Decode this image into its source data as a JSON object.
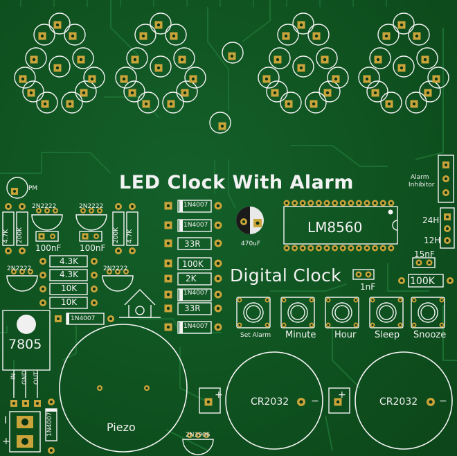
{
  "board": {
    "title": "LED Clock With Alarm",
    "subtitle": "Digital Clock",
    "colors": {
      "board": "#0f5220",
      "trace": "#1c6f32",
      "pad": "#c9a43a",
      "silk": "#f4f4f4",
      "hole": "#0a3314"
    }
  },
  "labels": {
    "pm": "PM",
    "alarm_inhibitor": [
      "Alarm",
      "Inhibitor"
    ],
    "mode_24h": "24H",
    "mode_12h": "12H",
    "ic": "LM8560",
    "cap_470": "470uF",
    "cap_1n": "1nF",
    "cap_15n": "15nF",
    "res_100k_right": "100K",
    "regulator": "7805",
    "reg_pins": [
      "IN",
      "GND",
      "OUT"
    ],
    "piezo": "Piezo",
    "transistor_pnp": "2N3906",
    "battery_1": "CR2032",
    "battery_2": "CR2032",
    "plus": "+",
    "minus": "−",
    "dc_plus": "+",
    "dc_minus": "I"
  },
  "left_parts": {
    "transistors_top": [
      "2N2222",
      "2N2222"
    ],
    "transistors_low": [
      "2N2222",
      "2N2222"
    ],
    "cap_100n": [
      "100nF",
      "100nF"
    ],
    "vert_res": [
      "4.7K",
      "200K",
      "200K",
      "4.7K"
    ],
    "res_stack": [
      "4.3K",
      "4.3K",
      "10K",
      "10K"
    ],
    "diode_bottom": "1N4007",
    "diode_input": "1N4007"
  },
  "center_parts": {
    "stack": [
      "1N4007",
      "1N4007",
      "33R",
      "100K",
      "2K",
      "1N4007",
      "33R",
      "1N4007"
    ]
  },
  "buttons": [
    "Set Alarm",
    "Minute",
    "Hour",
    "Sleep",
    "Snooze"
  ]
}
